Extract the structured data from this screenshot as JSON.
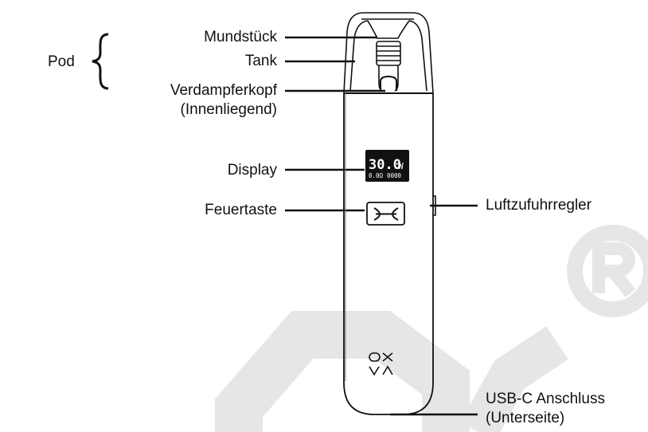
{
  "labels": {
    "pod": "Pod",
    "mundstueck": "Mundstück",
    "tank": "Tank",
    "verdampfer": "Verdampferkopf",
    "verdampfer_sub": "(Innenliegend)",
    "display": "Display",
    "feuertaste": "Feuertaste",
    "luftzufuhr": "Luftzufuhrregler",
    "usb": "USB-C Anschluss",
    "usb_sub": "(Unterseite)"
  },
  "device_display": {
    "wattage": "30.0",
    "unit": "W",
    "resistance": "0.0Ω",
    "counter": "0000"
  },
  "colors": {
    "outline": "#111111",
    "watermark": "#e6e6e6",
    "screen": "#111111"
  },
  "icons": {
    "watermark": "registered-watermark",
    "logo": "brand-logo-icon",
    "fire_button": "fire-button-icon"
  }
}
